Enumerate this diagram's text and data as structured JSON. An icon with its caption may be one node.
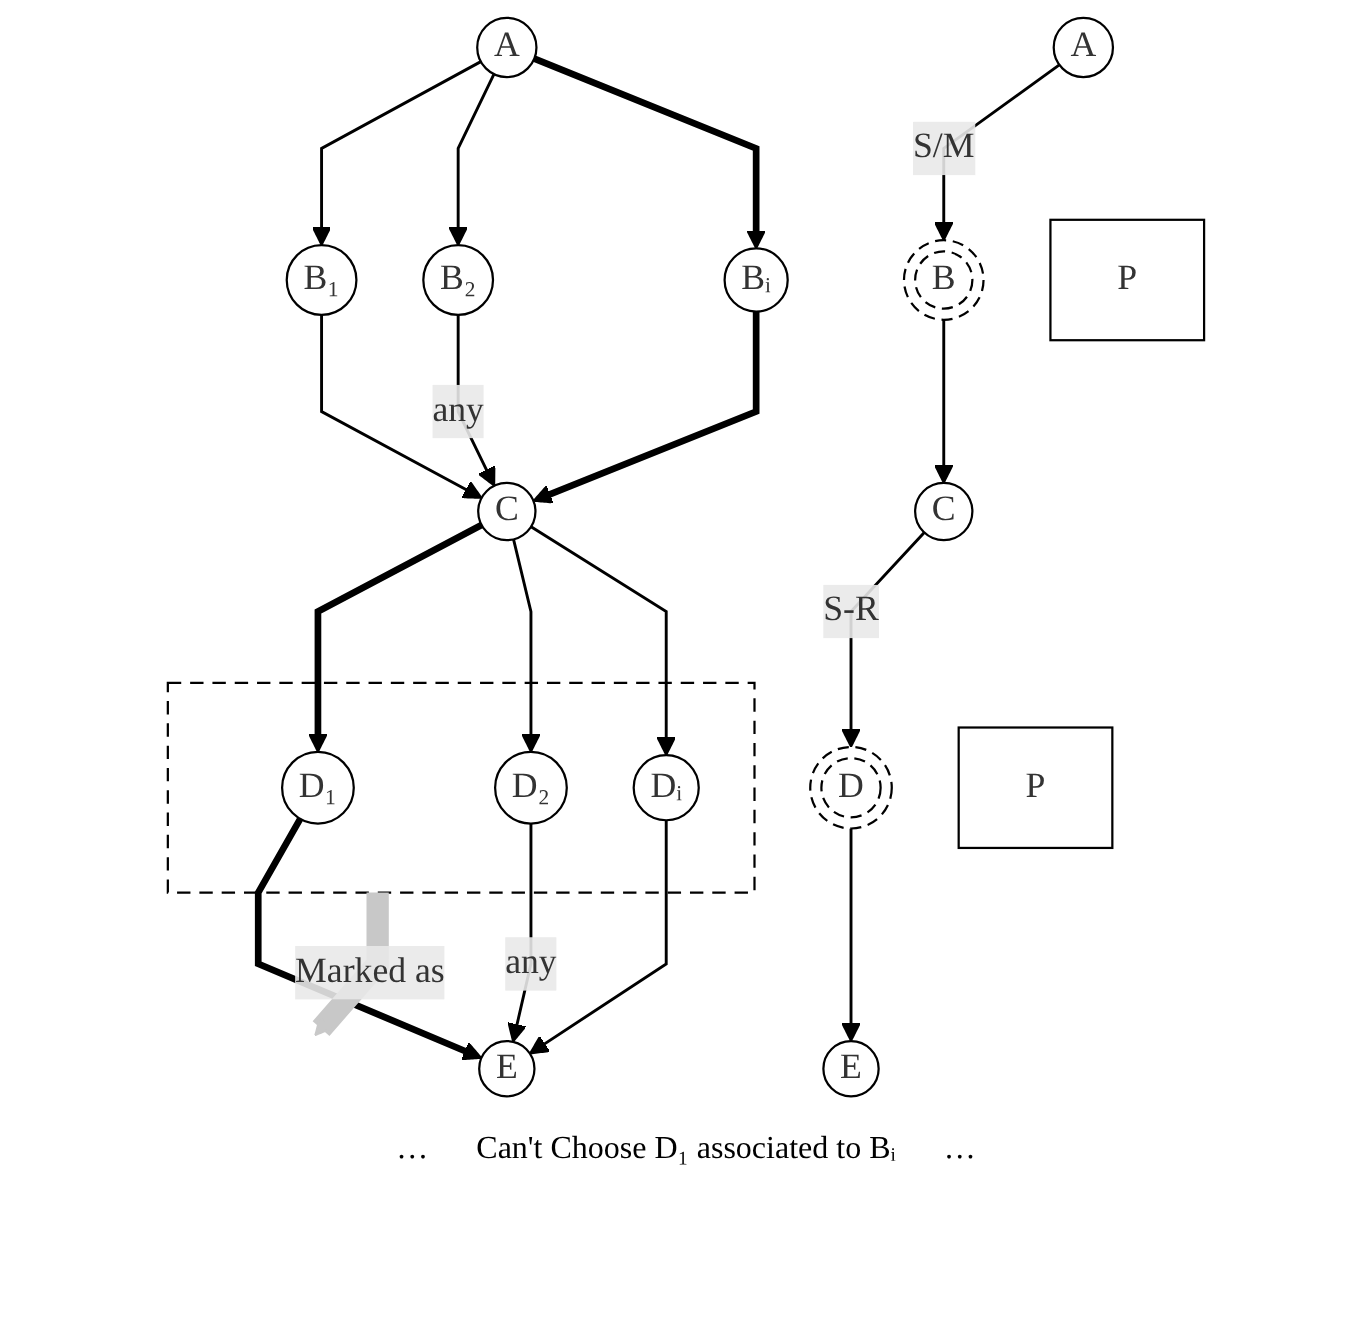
{
  "diagram": {
    "nodes": [
      {
        "text": [
          "A"
        ]
      },
      {
        "text": [
          "B₁"
        ]
      },
      {
        "text": [
          "B₂"
        ]
      },
      {
        "text": [
          "Bᵢ"
        ]
      },
      {
        "text": [
          "C"
        ]
      },
      {
        "text": [],
        "shape": "box"
      },
      {
        "text": [
          "D₁"
        ],
        "in": 5
      },
      {
        "text": [
          "D₂"
        ],
        "in": 5
      },
      {
        "text": [
          "Dᵢ"
        ],
        "in": 5
      },
      {
        "text": [
          "E"
        ]
      },
      {
        "text": [
          "A"
        ]
      },
      {
        "text": [
          "B"
        ]
      },
      {
        "text": [
          "P"
        ]
      },
      {
        "text": [
          "C"
        ]
      },
      {
        "text": [
          "D"
        ]
      },
      {
        "text": [
          "P"
        ]
      },
      {
        "text": [
          "E"
        ]
      }
    ],
    "edges": [
      {
        "from": 0,
        "to": 1,
        "arrow": "to"
      },
      {
        "from": 0,
        "to": 2,
        "arrow": "to"
      },
      {
        "from": 0,
        "to": 3,
        "arrow": "to",
        "style": "thick"
      },
      {
        "from": 1,
        "to": 4,
        "arrow": "to"
      },
      {
        "from": 2,
        "to": 4,
        "arrow": "to",
        "label": "any"
      },
      {
        "from": 3,
        "to": 4,
        "arrow": "to",
        "style": "thick"
      },
      {
        "from": 4,
        "to": 6,
        "arrow": "to",
        "style": "thick"
      },
      {
        "from": 4,
        "to": 7,
        "arrow": "to"
      },
      {
        "from": 4,
        "to": 8,
        "arrow": "to"
      },
      {
        "from": 6,
        "to": 9,
        "arrow": "to",
        "style": "thick"
      },
      {
        "from": 7,
        "to": 9,
        "arrow": "to",
        "label": "any"
      },
      {
        "from": 8,
        "to": 9,
        "arrow": "to"
      },
      {
        "from": 5,
        "to": null,
        "arrow": "to",
        "label": "Marked as",
        "style": "thick",
        "color": "#c8c8c8"
      },
      {
        "from": 10,
        "to": 11,
        "arrow": "to",
        "label": "S/M"
      },
      {
        "from": 11,
        "to": 13,
        "arrow": "to"
      },
      {
        "from": 13,
        "to": 14,
        "arrow": "to",
        "label": "S-R"
      },
      {
        "from": 14,
        "to": 16,
        "arrow": "to"
      }
    ],
    "labels": [
      "…",
      "Can't Choose D₁ associated to Bᵢ",
      "…"
    ]
  }
}
